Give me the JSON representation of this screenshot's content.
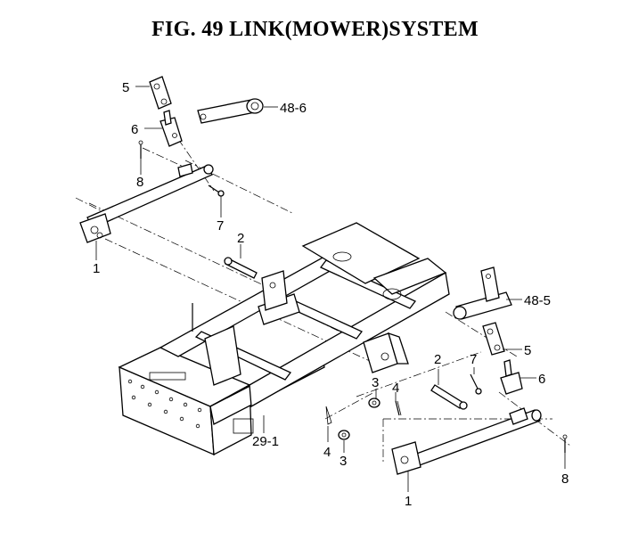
{
  "title": "FIG. 49  LINK(MOWER)SYSTEM",
  "callouts": {
    "c_5_top": "5",
    "c_48_6": "48-6",
    "c_6_top": "6",
    "c_8_left": "8",
    "c_7_left": "7",
    "c_1_left": "1",
    "c_2_left": "2",
    "c_48_5": "48-5",
    "c_5_right": "5",
    "c_6_right": "6",
    "c_2_right": "2",
    "c_7_right": "7",
    "c_3_upper": "3",
    "c_4_upper": "4",
    "c_4_lower": "4",
    "c_3_lower": "3",
    "c_29_1": "29-1",
    "c_1_right": "1",
    "c_8_right": "8"
  }
}
